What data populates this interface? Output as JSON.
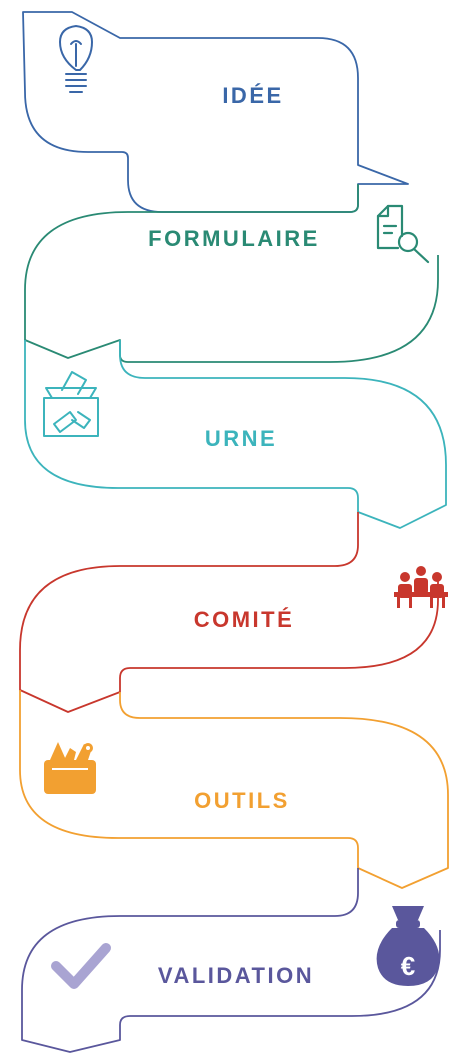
{
  "steps": [
    {
      "label": "IDÉE",
      "color": "#3a67a8",
      "icon": "lightbulb-icon"
    },
    {
      "label": "FORMULAIRE",
      "color": "#2a8a74",
      "icon": "document-search-icon"
    },
    {
      "label": "URNE",
      "color": "#3cb4bc",
      "icon": "ballot-box-icon"
    },
    {
      "label": "COMITÉ",
      "color": "#c8372d",
      "icon": "committee-meeting-icon"
    },
    {
      "label": "OUTILS",
      "color": "#f2a031",
      "icon": "toolbox-icon"
    },
    {
      "label": "VALIDATION",
      "color": "#5a579c",
      "icon": "money-bag-euro-icon",
      "check_color": "#a9a4d2",
      "check_icon": "checkmark-icon"
    }
  ]
}
